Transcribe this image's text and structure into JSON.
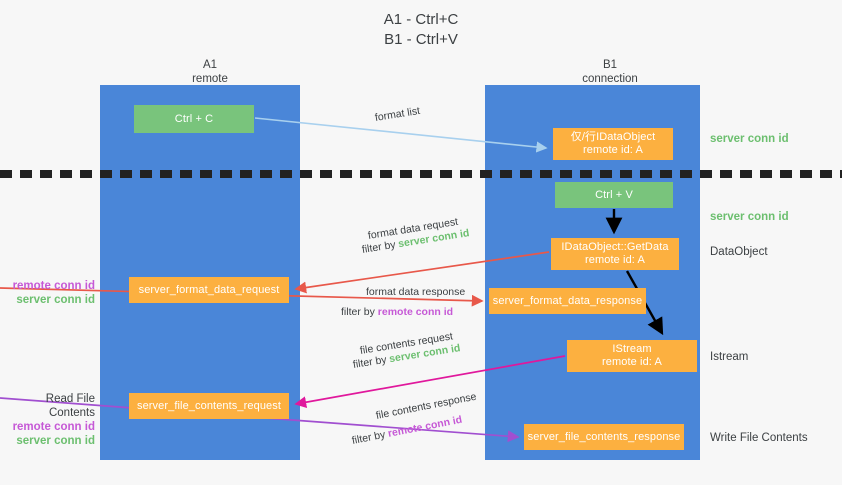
{
  "title": "A1 - Ctrl+C\nB1 - Ctrl+V",
  "columns": {
    "left": {
      "name": "A1",
      "role": "remote",
      "header": "A1\nremote"
    },
    "right": {
      "name": "B1",
      "role": "connection",
      "header": "B1\nconnection"
    }
  },
  "boxes": {
    "ctrl_c": {
      "label": "Ctrl + C",
      "color": "#79c47c"
    },
    "idataobject": {
      "label": "仅/行IDataObject\nremote id: A",
      "color": "#fcb040"
    },
    "ctrl_v": {
      "label": "Ctrl + V",
      "color": "#79c47c"
    },
    "getdata": {
      "label": "IDataObject::GetData\nremote id: A",
      "color": "#fcb040"
    },
    "format_request": {
      "label": "server_format_data_request",
      "color": "#fcb040"
    },
    "format_response": {
      "label": "server_format_data_response",
      "color": "#fcb040"
    },
    "istream": {
      "label": "IStream\nremote id: A",
      "color": "#fcb040"
    },
    "file_request": {
      "label": "server_file_contents_request",
      "color": "#fcb040"
    },
    "file_response": {
      "label": "server_file_contents_response",
      "color": "#fcb040"
    }
  },
  "edges": {
    "format_list": {
      "caption": "format list"
    },
    "format_data_request": {
      "caption": "format data request",
      "filter_prefix": "filter by ",
      "filter_target": "server conn id"
    },
    "format_data_response": {
      "caption": "format data response",
      "filter_prefix": "filter by ",
      "filter_target": "remote conn id"
    },
    "file_contents_request": {
      "caption": "file contents request",
      "filter_prefix": "filter by ",
      "filter_target": "server conn id"
    },
    "file_contents_response": {
      "caption": "file contents response",
      "filter_prefix": "filter by ",
      "filter_target": "remote conn id"
    }
  },
  "right_labels": {
    "server_conn_id_top": "server conn id",
    "server_conn_id_second": "server conn id",
    "dataobject": "DataObject",
    "istream": "Istream",
    "write_file_contents": "Write File Contents"
  },
  "left_labels": {
    "block1": {
      "remote": "remote conn id",
      "server": "server conn id"
    },
    "read_file_contents": "Read File Contents",
    "block2": {
      "remote": "remote conn id",
      "server": "server conn id"
    }
  },
  "colors": {
    "lane": "#4a86d8",
    "green_box": "#79c47c",
    "orange_box": "#fcb040",
    "server_conn": "#6cbf6f",
    "remote_conn": "#c659d6",
    "arrow_blue": "#a8d0ee",
    "arrow_red": "#e8584a",
    "arrow_pink": "#e0189c",
    "arrow_purple": "#a14fd0",
    "arrow_black": "#000000",
    "divider": "#222222",
    "background": "#f7f7f7"
  }
}
